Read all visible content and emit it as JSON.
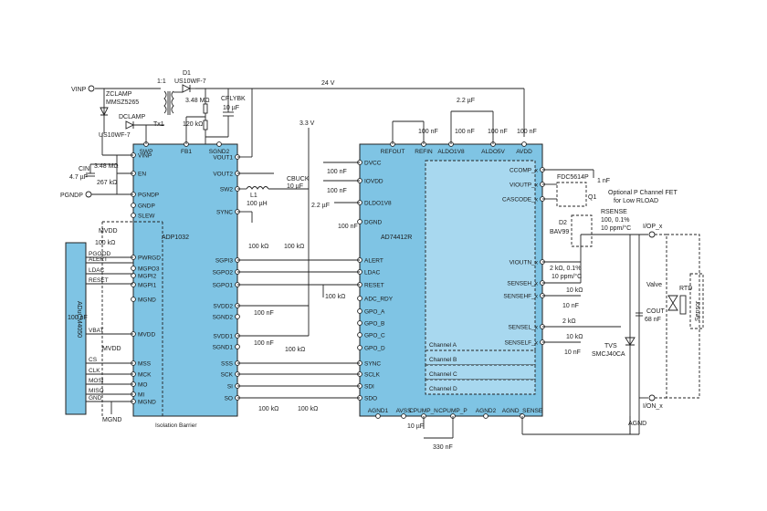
{
  "chips": {
    "adp1032": "ADP1032",
    "ad74412r": "AD74412R",
    "aducm4050": "ADuCM4050"
  },
  "adp_pins_left": [
    "VINP",
    "EN",
    "PGNDP",
    "GNDP",
    "SLEW",
    "PWRGD",
    "MGPO3",
    "MGPI2",
    "MGPI1",
    "MGND",
    "MVDD",
    "MSS",
    "MCK",
    "MO",
    "MI",
    "MGND"
  ],
  "adp_pins_top": [
    "SWP",
    "FB1",
    "SGND2"
  ],
  "adp_pins_right": [
    "VOUT1",
    "VOUT2",
    "SW2",
    "SYNC",
    "SGPI3",
    "SGPO2",
    "SGPO1",
    "SVDD2",
    "SGND2",
    "SVDD1",
    "SGND1",
    "SSS",
    "SCK",
    "SI",
    "SO"
  ],
  "ad_pins_top": [
    "REFOUT",
    "REFIN",
    "ALDO1V8",
    "ALDO5V",
    "AVDD"
  ],
  "ad_pins_left": [
    "DVCC",
    "IOVDD",
    "DLDO1V8",
    "DGND",
    "ALERT",
    "LDAC",
    "RESET",
    "ADC_RDY",
    "GPO_A",
    "GPO_B",
    "GPO_C",
    "GPO_D",
    "SYNC",
    "SCLK",
    "SDI",
    "SDO"
  ],
  "ad_pins_right": [
    "CCOMP_x",
    "VIOUTP_x",
    "CASCODE_x",
    "VIOUTN_x",
    "SENSEH_x",
    "SENSEHF_x",
    "SENSEL_x",
    "SENSELF_x"
  ],
  "ad_pins_bottom": [
    "AGND1",
    "AVSS",
    "CPUMP_N",
    "CPUMP_P",
    "AGND2",
    "AGND_SENSE"
  ],
  "channels": [
    "Channel A",
    "Channel B",
    "Channel C",
    "Channel D"
  ],
  "mcu_pins": [
    "PGOOD",
    "ALERT",
    "LDAC",
    "RESET",
    "VBAT",
    "CS",
    "CLK",
    "MOSI",
    "MISO",
    "GND"
  ],
  "labels": {
    "vinp": "VINP",
    "v24": "24 V",
    "v33": "3.3 V",
    "ratio": "1:1",
    "d1a": "D1",
    "d1b": "US10WF-7",
    "zclamp_a": "ZCLAMP",
    "zclamp_b": "MMSZ5265",
    "tx1": "Tx1",
    "dclamp": "DCLAMP",
    "us10": "US10WF-7",
    "r348_top": "3.48 MΩ",
    "r120": "120 kΩ",
    "cflyb_a": "CFLYBK",
    "cflyb_b": "10 µF",
    "cin_a": "CIN",
    "cin_b": "4.7 µF",
    "r348_en": "3.48 MΩ",
    "r267": "267 kΩ",
    "pgndp": "PGNDP",
    "mvdd_top": "MVDD",
    "r100k_mcu": "100 kΩ",
    "c100nf_mcu": "100 nF",
    "mvdd_bot": "MVDD",
    "mgnd": "MGND",
    "l1a": "L1",
    "l1b": "100 µH",
    "cbuck_a": "CBUCK",
    "cbuck_b": "10 µF",
    "r100k_a": "100 kΩ",
    "r100k_b": "100 kΩ",
    "r100k_c": "100 kΩ",
    "r100k_d": "100 kΩ",
    "r100k_e": "100 kΩ",
    "r100k_f": "100 kΩ",
    "c100nf_svdd2": "100 nF",
    "c100nf_svdd1": "100 nF",
    "c100nf_dvcc": "100 nF",
    "c100nf_iovdd": "100 nF",
    "c22uf_dldo": "2.2 µF",
    "c100nf_dldo": "100 nF",
    "c100nf_ref": "100 nF",
    "c22uf_top": "2.2 µF",
    "c100nf_aldo1": "100 nF",
    "c100nf_aldo5": "100 nF",
    "c100nf_avdd": "100 nF",
    "c10uf_bottom": "10 µF",
    "c330nf": "330 nF",
    "fdc_a": "FDC5614P",
    "q1": "Q1",
    "c1nf": "1 nF",
    "fet_note_a": "Optional P Channel FET",
    "fet_note_b": "for Low RLOAD",
    "rsense_a": "RSENSE",
    "rsense_b": "100, 0.1%",
    "rsense_c": "10 ppm/°C",
    "d2a": "D2",
    "d2b": "BAV99",
    "r2k_a": "2 kΩ, 0.1%",
    "r2k_b": "10 ppm/°C",
    "r10k_a": "10 kΩ",
    "c10nf_a": "10 nF",
    "r2k_c": "2 kΩ",
    "r10k_b": "10 kΩ",
    "c10nf_b": "10 nF",
    "tvs_a": "TVS",
    "tvs_b": "SMCJ40CA",
    "cout_a": "COUT",
    "cout_b": "68 nF",
    "iop": "I/OP_x",
    "ion": "I/ON_x",
    "valve": "Valve",
    "rtd": "RTD",
    "sensor": "Sensor",
    "agnd": "AGND",
    "isolation": "Isolation Barrier"
  }
}
